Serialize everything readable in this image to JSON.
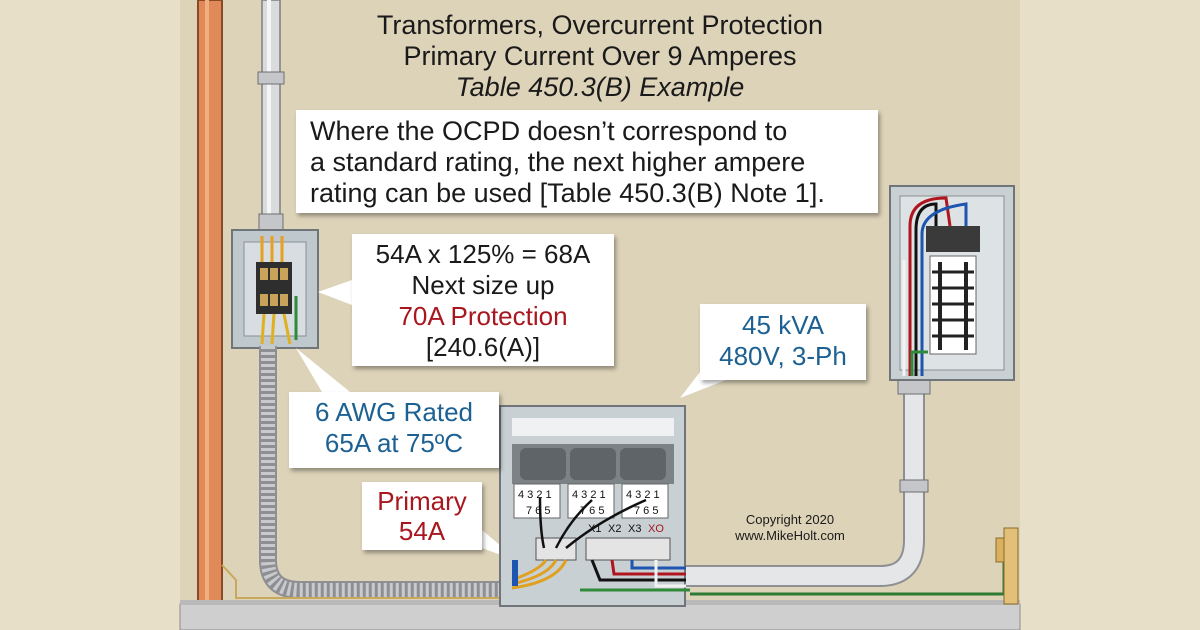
{
  "title": {
    "line1": "Transformers, Overcurrent Protection",
    "line2": "Primary Current Over 9 Amperes",
    "line3": "Table 450.3(B) Example"
  },
  "note": {
    "line1": "Where the OCPD doesn’t correspond to",
    "line2": "a standard rating, the next higher ampere",
    "line3": "rating can be used [Table 450.3(B) Note 1]."
  },
  "calc": {
    "line1": "54A x 125% = 68A",
    "line2": "Next size up",
    "line3": "70A Protection",
    "line4": "[240.6(A)]"
  },
  "transformer": {
    "line1": "45 kVA",
    "line2": "480V, 3-Ph"
  },
  "conductor": {
    "line1": "6 AWG Rated",
    "line2": "65A at 75ºC"
  },
  "primary": {
    "line1": "Primary",
    "line2": "54A"
  },
  "copyright": {
    "line1": "Copyright 2020",
    "line2": "www.MikeHolt.com"
  },
  "tap_labels": {
    "top": "4 3 2 1",
    "bottom": "7 6 5"
  },
  "terminals": {
    "x1": "X1",
    "x2": "X2",
    "x3": "X3",
    "xo": "XO"
  },
  "colors": {
    "accent_red": "#a8161e",
    "accent_blue": "#1d6193",
    "background": "#ddd3b9"
  }
}
